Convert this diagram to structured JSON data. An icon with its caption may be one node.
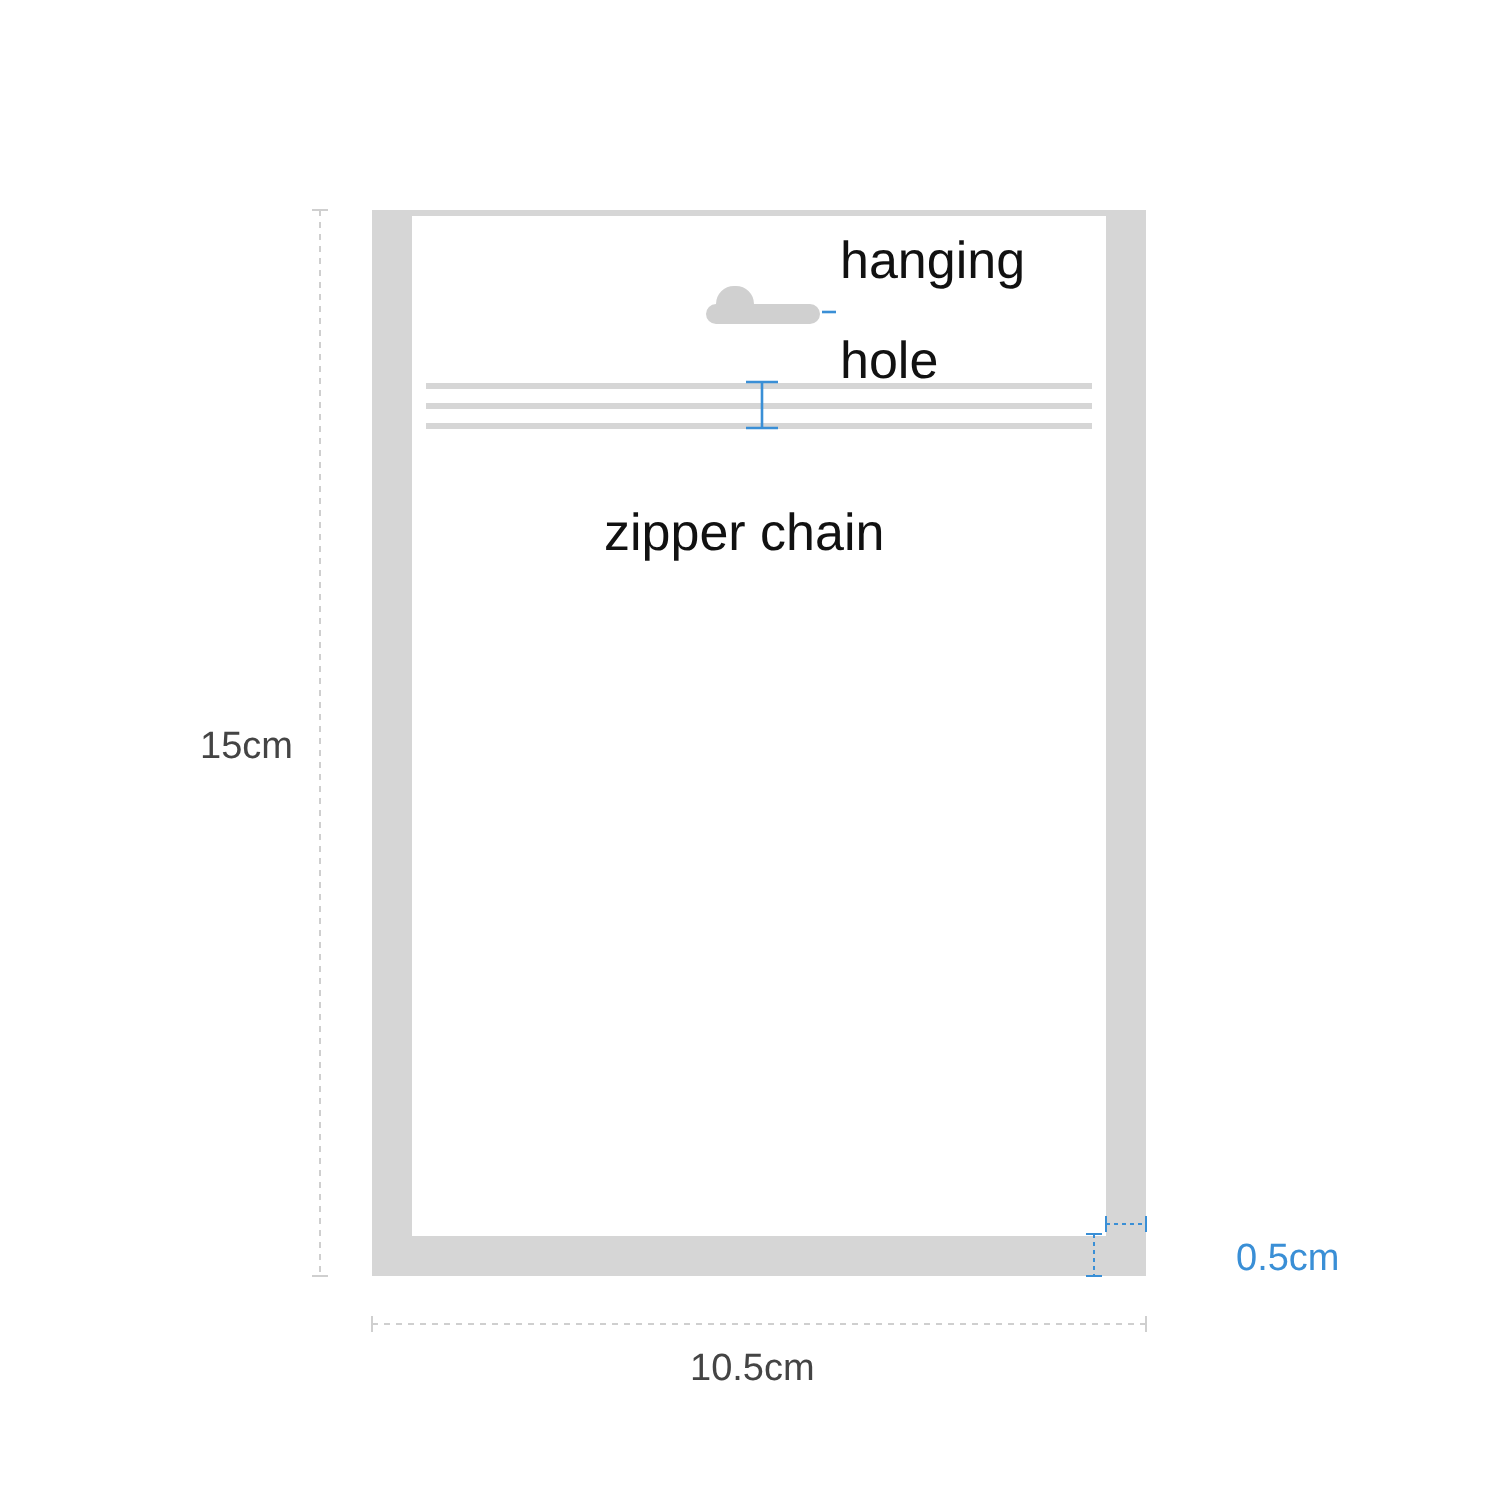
{
  "diagram": {
    "labels": [
      "hanging",
      "hole",
      "zipper chain",
      "15cm",
      "10.5cm",
      "0.5cm"
    ]
  }
}
